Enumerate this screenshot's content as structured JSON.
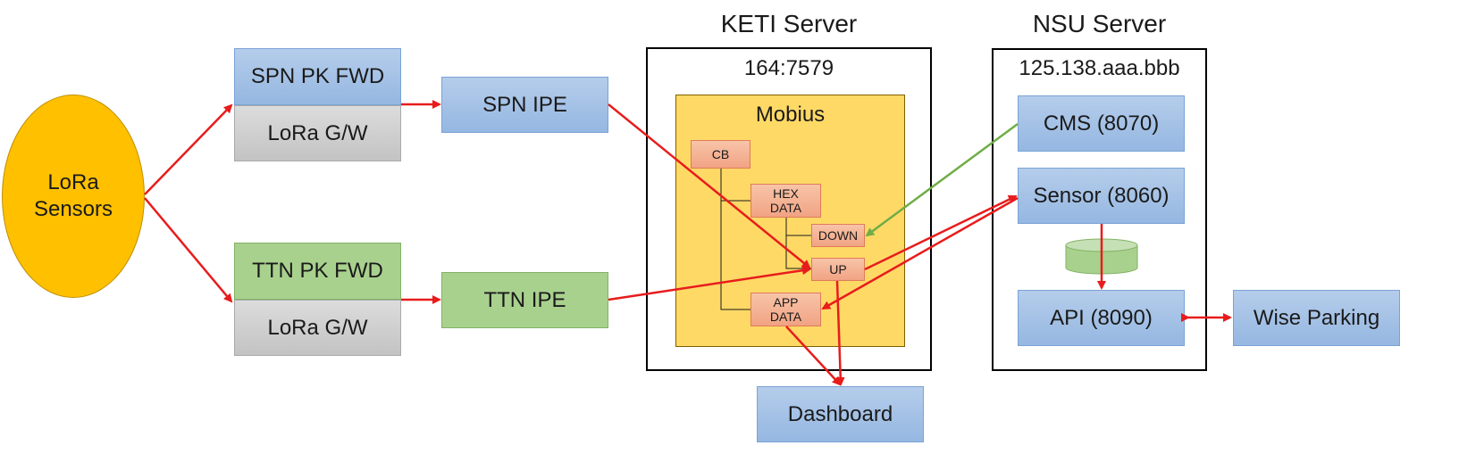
{
  "sensors": "LoRa Sensors",
  "spn_pk_fwd": "SPN PK FWD",
  "lora_gw_1": "LoRa G/W",
  "ttn_pk_fwd": "TTN PK FWD",
  "lora_gw_2": "LoRa G/W",
  "spn_ipe": "SPN IPE",
  "ttn_ipe": "TTN IPE",
  "keti": {
    "title": "KETI Server",
    "address": "164:7579",
    "platform": "Mobius",
    "nodes": {
      "cb": "CB",
      "hex_data": "HEX DATA",
      "down": "DOWN",
      "up": "UP",
      "app_data": "APP DATA"
    }
  },
  "nsu": {
    "title": "NSU Server",
    "address": "125.138.aaa.bbb",
    "cms": "CMS (8070)",
    "sensor": "Sensor (8060)",
    "api": "API (8090)"
  },
  "dashboard": "Dashboard",
  "wise_parking": "Wise Parking",
  "colors": {
    "arrow_red": "#e81c1c",
    "arrow_green": "#70ad47",
    "sensor_fill": "#ffc000",
    "mobius_fill": "#ffd966"
  }
}
